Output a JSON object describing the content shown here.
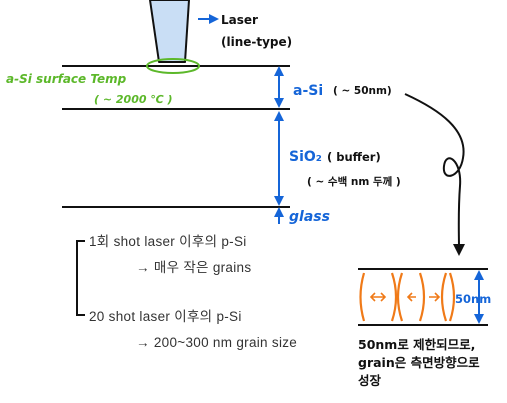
{
  "colors": {
    "laser_fill": "#c9def5",
    "blue": "#1565d8",
    "green": "#5cb82a",
    "orange": "#f07a18",
    "ink": "#111111"
  },
  "laser": {
    "label": "Laser",
    "type": "(line-type)"
  },
  "surface_temp": {
    "label": "a-Si surface Temp",
    "value": "( ~ 2000 ℃ )"
  },
  "layers": {
    "asi": {
      "name": "a-Si",
      "thickness": "( ~ 50nm)"
    },
    "sio2": {
      "name": "SiO₂",
      "role": "( buffer)",
      "thickness": "( ~ 수백 nm 두께 )"
    },
    "glass": {
      "name": "glass"
    }
  },
  "notes": {
    "shot_1": "1회 shot laser 이후의 p-Si",
    "shot_1_result": "→  매우 작은 grains",
    "shot_20": "20 shot laser 이후의 p-Si",
    "shot_20_result": "→  200~300 nm grain size"
  },
  "inset": {
    "thickness": "50nm",
    "caption_lines": [
      "50nm로 제한되므로,",
      "grain은 측면방향으로",
      "성장"
    ]
  }
}
